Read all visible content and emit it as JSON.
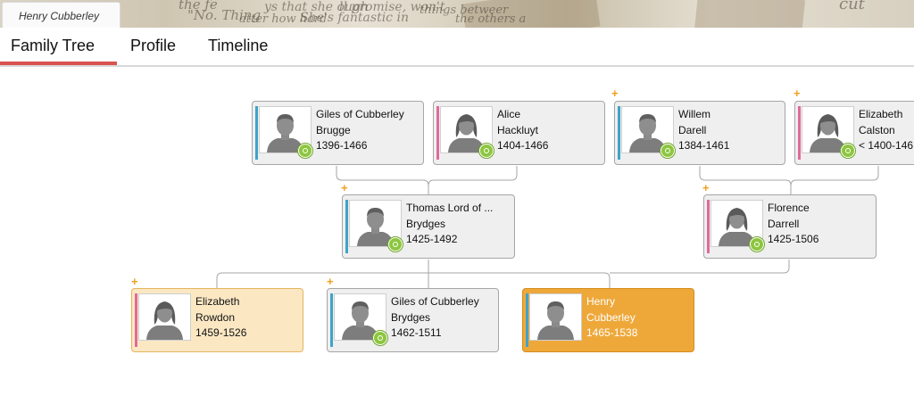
{
  "header": {
    "person_tab": "Henry Cubberley",
    "banner_text": [
      "the fe",
      "\"No. Thing",
      "atter how hard",
      "ys that she ough",
      "She's fantastic in",
      "ll promise, won't",
      "things betweer",
      "the others a",
      "cut"
    ]
  },
  "nav": {
    "tabs": [
      "Family Tree",
      "Profile",
      "Timeline"
    ],
    "active": "Family Tree"
  },
  "tree": {
    "expand_symbol": "+",
    "people": [
      {
        "id": "giles_1396",
        "line1_given": "Giles",
        "line1_extra": "of Cubberley",
        "line2": "Brugge",
        "dates": "1396-1466",
        "gender": "male",
        "badge": true
      },
      {
        "id": "alice",
        "line1_given": "Alice",
        "line1_extra": "",
        "line2": "Hackluyt",
        "dates": "1404-1466",
        "gender": "female",
        "badge": true
      },
      {
        "id": "willem",
        "line1_given": "Willem",
        "line1_extra": "",
        "line2": "Darell",
        "dates": "1384-1461",
        "gender": "male",
        "badge": true
      },
      {
        "id": "elizabeth_c",
        "line1_given": "Elizabeth",
        "line1_extra": "",
        "line2": "Calston",
        "dates": "< 1400-146",
        "gender": "female",
        "badge": true
      },
      {
        "id": "thomas",
        "line1_given": "Thomas Lord of ...",
        "line1_extra": "",
        "line2": "Brydges",
        "dates": "1425-1492",
        "gender": "male",
        "badge": true
      },
      {
        "id": "florence",
        "line1_given": "Florence",
        "line1_extra": "",
        "line2": "Darrell",
        "dates": "1425-1506",
        "gender": "female",
        "badge": true
      },
      {
        "id": "elizabeth_r",
        "line1_given": "Elizabeth",
        "line1_extra": "",
        "line2": "Rowdon",
        "dates": "1459-1526",
        "gender": "female",
        "badge": false
      },
      {
        "id": "giles_1462",
        "line1_given": "Giles",
        "line1_extra": "of Cubberley",
        "line2": "Brydges",
        "dates": "1462-1511",
        "gender": "male",
        "badge": true
      },
      {
        "id": "henry",
        "line1_given": "Henry",
        "line1_extra": "",
        "line2": "Cubberley",
        "dates": "1465-1538",
        "gender": "male",
        "badge": false
      }
    ]
  }
}
